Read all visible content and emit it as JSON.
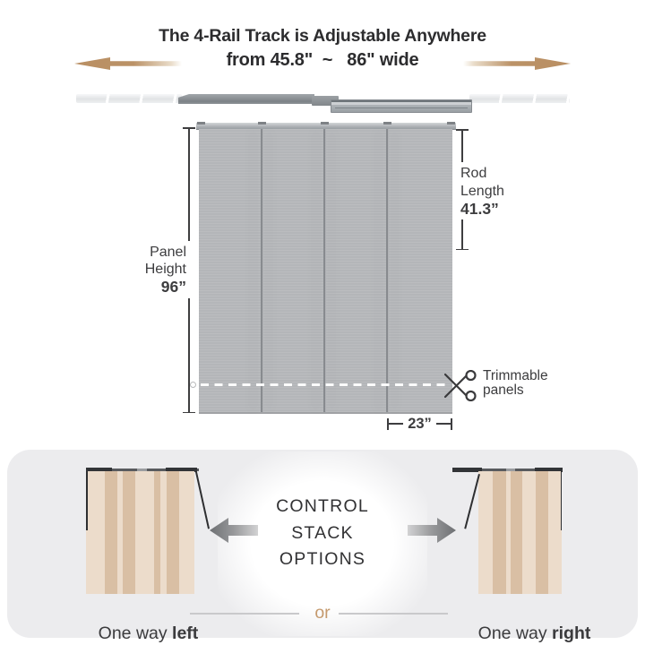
{
  "header": {
    "title_line1": "The 4-Rail Track is Adjustable Anywhere",
    "title_line2": "from 45.8\"  ~   86\" wide"
  },
  "panel_diagram": {
    "panel_count": 4,
    "panel_height": {
      "label1": "Panel",
      "label2": "Height",
      "value": "96”"
    },
    "rod_length": {
      "label1": "Rod",
      "label2": "Length",
      "value": "41.3”"
    },
    "trimmable": {
      "label1": "Trimmable",
      "label2": "panels"
    },
    "panel_width_value": "23”"
  },
  "control_stack": {
    "heading": {
      "line1": "CONTROL",
      "line2": "STACK",
      "line3": "OPTIONS"
    },
    "left_option": {
      "prefix": "One way ",
      "emphasis": "left"
    },
    "conjunction": "or",
    "right_option": {
      "prefix": "One way ",
      "emphasis": "right"
    }
  },
  "colors": {
    "accent_tan": "#b98f63",
    "or_text": "#c59a6e",
    "panel_fabric": "#b4b6b9",
    "stack_beige_light": "#ecdccb",
    "stack_beige_dark": "#d9bfa4",
    "section_bg": "#ececee",
    "text_dark": "#2c2c2e"
  }
}
